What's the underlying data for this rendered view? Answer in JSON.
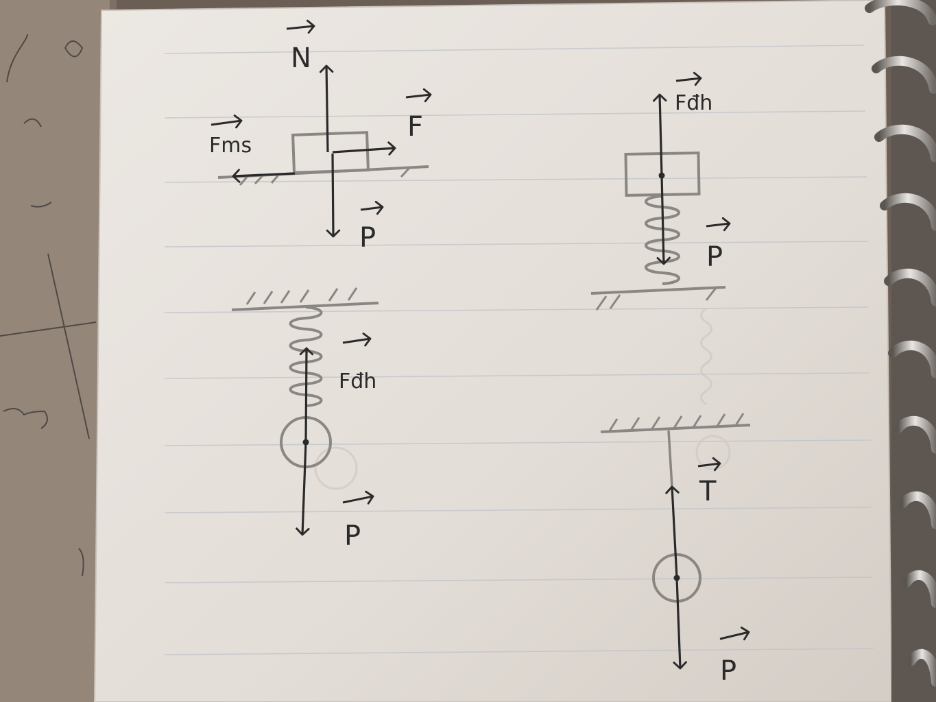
{
  "labels": {
    "normal": "N",
    "applied_force": "F",
    "friction": "Fms",
    "weight_block": "P",
    "spring_force_top": "Fđh",
    "weight_spring_block": "P",
    "spring_force_hanging": "Fđh",
    "weight_hanging_ball": "P",
    "tension": "T",
    "weight_string_ball": "P"
  },
  "colors": {
    "paper": "#e6e1dc",
    "ink": "#2a2a2a",
    "pencil": "#8a8683",
    "rule": "#bfc3c9"
  }
}
